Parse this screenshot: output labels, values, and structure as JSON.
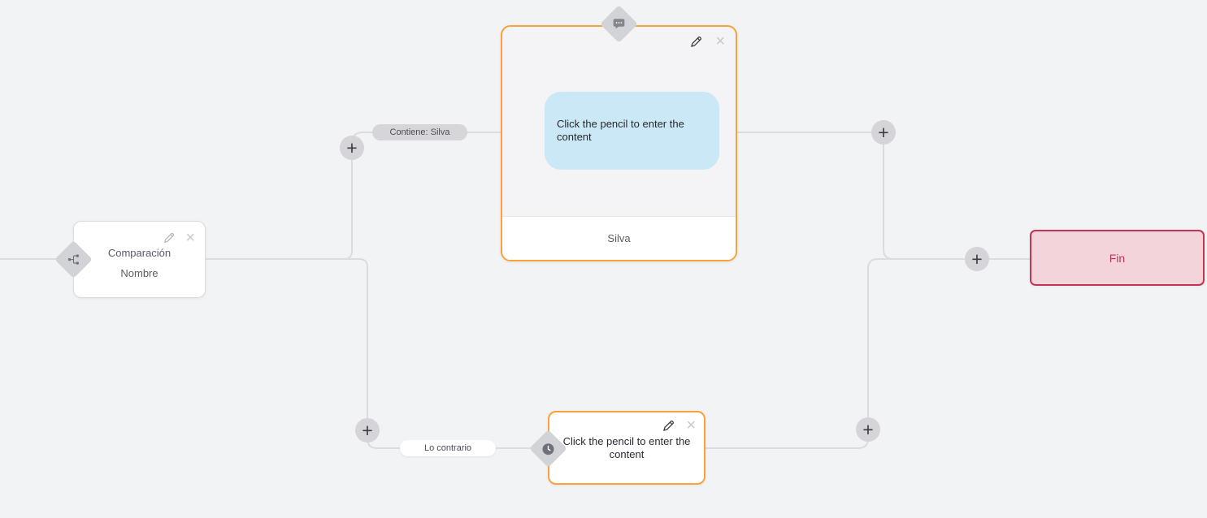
{
  "colors": {
    "canvas_bg": "#f2f3f5",
    "connector": "#dcdce0",
    "accent_orange": "#f9a23c",
    "end_bg": "#f2d4da",
    "end_accent": "#c03455",
    "bubble_bg": "#cbe8f6",
    "badge_gray": "#d2d3d7"
  },
  "icons": {
    "plus": "+",
    "close": "×",
    "pencil": "pencil-icon",
    "branch": "branch-icon",
    "chat_bubble": "chat-bubble-icon",
    "clock": "clock-icon"
  },
  "flow": {
    "condition_node": {
      "title_line1": "Comparación",
      "title_line2": "Nombre"
    },
    "message_node": {
      "placeholder": "Click the pencil to enter the content",
      "footer_label": "Silva"
    },
    "action_node": {
      "placeholder": "Click the pencil to enter the content"
    },
    "end_node": {
      "label": "Fin"
    },
    "edge_labels": {
      "match": "Contiene: Silva",
      "otherwise": "Lo contrario"
    }
  }
}
